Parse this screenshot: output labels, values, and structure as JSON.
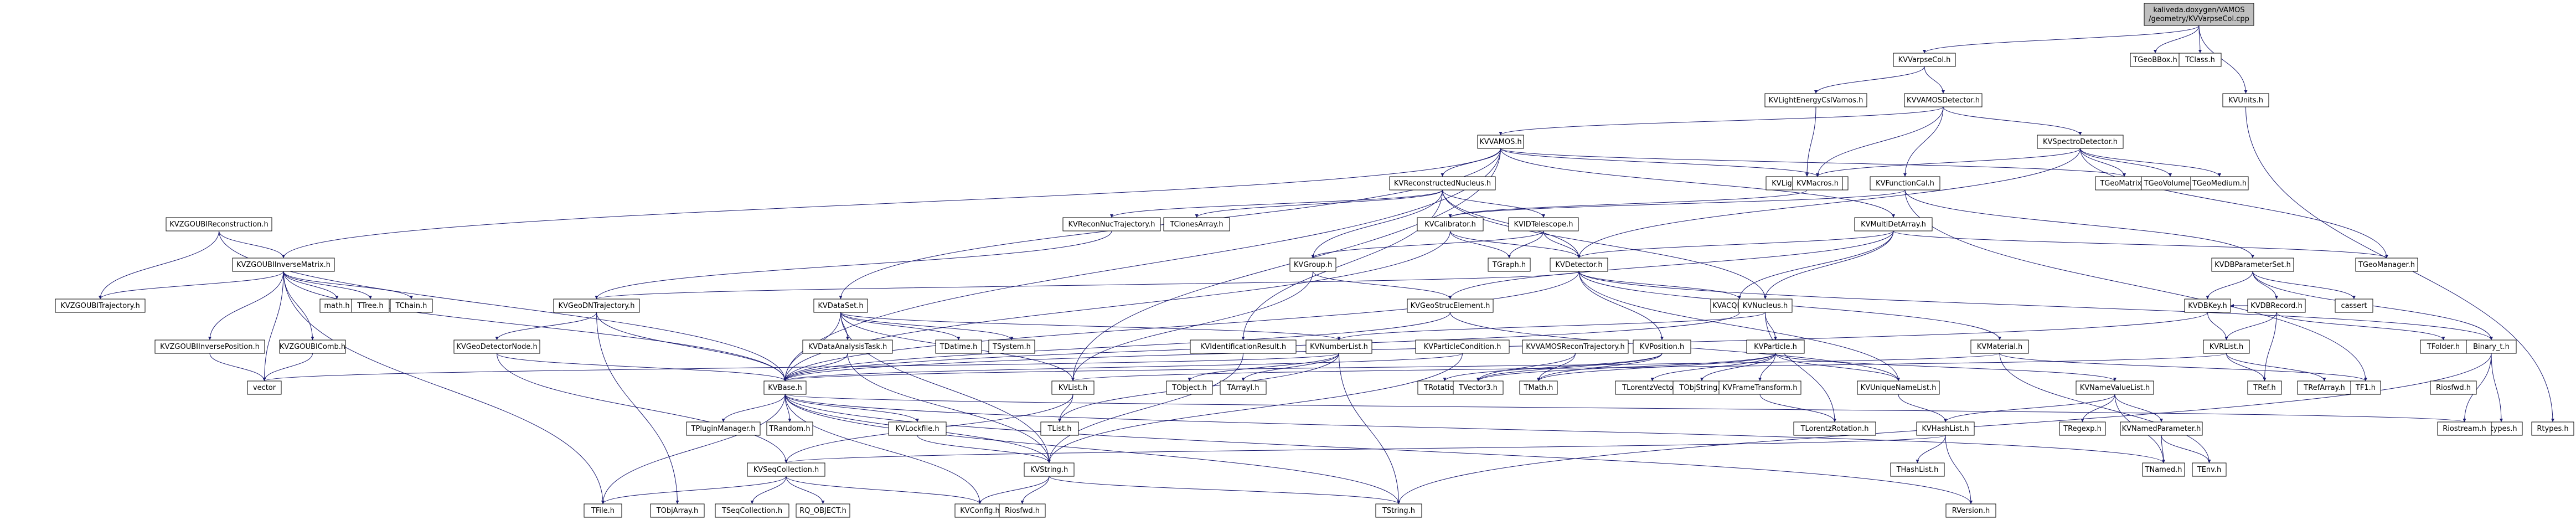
{
  "diagram": {
    "type": "include-dependency-graph",
    "colors": {
      "node_fill": "#ffffff",
      "root_fill": "#bfbfbf",
      "node_border": "#000000",
      "edge": "#191970",
      "text": "#000000"
    },
    "nodes": [
      {
        "id": "root",
        "label": "kaliveda.doxygen/VAMOS",
        "label2": "/geometry/KVVarpseCol.cpp",
        "root": true
      },
      {
        "id": "varpsecol_h",
        "label": "KVVarpseCol.h"
      },
      {
        "id": "tgeobbox",
        "label": "TGeoBBox.h"
      },
      {
        "id": "tclass",
        "label": "TClass.h"
      },
      {
        "id": "kvunits",
        "label": "KVUnits.h"
      },
      {
        "id": "kvlightenergy_vamos",
        "label": "KVLightEnergyCsIVamos.h"
      },
      {
        "id": "kvvamosdetector",
        "label": "KVVAMOSDetector.h"
      },
      {
        "id": "kvspirdetector",
        "label": "KVSpectroDetector.h"
      },
      {
        "id": "kvvamos",
        "label": "KVVAMOS.h"
      },
      {
        "id": "kvlightenergy",
        "label": "KVLightEnergyCsI.h"
      },
      {
        "id": "kvfunctioncal",
        "label": "KVFunctionCal.h"
      },
      {
        "id": "kvmacros",
        "label": "KVMacros.h"
      },
      {
        "id": "tgeomatrix",
        "label": "TGeoMatrix.h"
      },
      {
        "id": "tgeovolume",
        "label": "TGeoVolume.h"
      },
      {
        "id": "tgeomedium",
        "label": "TGeoMedium.h"
      },
      {
        "id": "tgeomanager",
        "label": "TGeoManager.h"
      },
      {
        "id": "kvreconnuc",
        "label": "KVReconstructedNucleus.h"
      },
      {
        "id": "kvzgoubirecon",
        "label": "KVZGOUBIReconstruction.h"
      },
      {
        "id": "kvreconnuctraj",
        "label": "KVReconNucTrajectory.h"
      },
      {
        "id": "tclonesarray",
        "label": "TClonesArray.h"
      },
      {
        "id": "kvcalibrator",
        "label": "KVCalibrator.h"
      },
      {
        "id": "kvmultidetarray",
        "label": "KVMultiDetArray.h"
      },
      {
        "id": "kvidtelescope",
        "label": "KVIDTelescope.h"
      },
      {
        "id": "kvdbparamset",
        "label": "KVDBParameterSet.h"
      },
      {
        "id": "kvzgoubiinverse",
        "label": "KVZGOUBIInverseMatrix.h"
      },
      {
        "id": "kvgroup",
        "label": "KVGroup.h"
      },
      {
        "id": "kvdetector",
        "label": "KVDetector.h"
      },
      {
        "id": "tgraph",
        "label": "TGraph.h"
      },
      {
        "id": "kvzgoubitraj",
        "label": "KVZGOUBITrajectory.h"
      },
      {
        "id": "math",
        "label": "math.h"
      },
      {
        "id": "ttree",
        "label": "TTree.h"
      },
      {
        "id": "tchain",
        "label": "TChain.h"
      },
      {
        "id": "kvgeodntraj",
        "label": "KVGeoDNTrajectory.h"
      },
      {
        "id": "kvdataset",
        "label": "KVDataSet.h"
      },
      {
        "id": "kvgeostrucelement",
        "label": "KVGeoStrucElement.h"
      },
      {
        "id": "kvacqparam",
        "label": "KVACQParam.h"
      },
      {
        "id": "kvnucleus",
        "label": "KVNucleus.h"
      },
      {
        "id": "kvdbkey",
        "label": "KVDBKey.h"
      },
      {
        "id": "kvdbrecord",
        "label": "KVDBRecord.h"
      },
      {
        "id": "cassert",
        "label": "cassert"
      },
      {
        "id": "binary_t",
        "label": "Binary_t.h"
      },
      {
        "id": "tfolder",
        "label": "TFolder.h"
      },
      {
        "id": "kvgeodetnode",
        "label": "KVGeoDetectorNode.h"
      },
      {
        "id": "tdatime",
        "label": "TDatime.h"
      },
      {
        "id": "tsystem",
        "label": "TSystem.h"
      },
      {
        "id": "kvzgoubiinvpos",
        "label": "KVZGOUBIInversePosition.h"
      },
      {
        "id": "kvzgoubicomb",
        "label": "KVZGOUBIComb.h"
      },
      {
        "id": "kvdataanalysistask",
        "label": "KVDataAnalysisTask.h"
      },
      {
        "id": "kvidentresult",
        "label": "KVIdentificationResult.h"
      },
      {
        "id": "kvnumberlist",
        "label": "KVNumberList.h"
      },
      {
        "id": "kvparticlecond",
        "label": "KVParticleCondition.h"
      },
      {
        "id": "kvvamosrecontraj",
        "label": "KVVAMOSReconTrajectory.h"
      },
      {
        "id": "kvposition",
        "label": "KVPosition.h"
      },
      {
        "id": "kvparticle",
        "label": "KVParticle.h"
      },
      {
        "id": "kvmaterial",
        "label": "KVMaterial.h"
      },
      {
        "id": "kvrlist",
        "label": "KVRList.h"
      },
      {
        "id": "tref",
        "label": "TRef.h"
      },
      {
        "id": "trefarray",
        "label": "TRefArray.h"
      },
      {
        "id": "tf1",
        "label": "TF1.h"
      },
      {
        "id": "riosfwd",
        "label": "Riosfwd.h"
      },
      {
        "id": "rtypes",
        "label": "Rtypes.h"
      },
      {
        "id": "rtypes_h",
        "label": "Rtypes.h"
      },
      {
        "id": "vector",
        "label": "vector"
      },
      {
        "id": "kvbase",
        "label": "KVBase.h"
      },
      {
        "id": "kvlist",
        "label": "KVList.h"
      },
      {
        "id": "tobject",
        "label": "TObject.h"
      },
      {
        "id": "tarrayi",
        "label": "TArrayI.h"
      },
      {
        "id": "trotation",
        "label": "TRotation.h"
      },
      {
        "id": "tvector3",
        "label": "TVector3.h"
      },
      {
        "id": "tmath",
        "label": "TMath.h"
      },
      {
        "id": "tlorentzvector",
        "label": "TLorentzVector.h"
      },
      {
        "id": "tobjstring",
        "label": "TObjString.h"
      },
      {
        "id": "kvframetransform",
        "label": "KVFrameTransform.h"
      },
      {
        "id": "tlorentzrotation",
        "label": "TLorentzRotation.h"
      },
      {
        "id": "kvuniquenamelist",
        "label": "KVUniqueNameList.h"
      },
      {
        "id": "kvnamevaluelist",
        "label": "KVNameValueList.h"
      },
      {
        "id": "tregexp",
        "label": "TRegexp.h"
      },
      {
        "id": "kvnamedparameter",
        "label": "KVNamedParameter.h"
      },
      {
        "id": "tnamed",
        "label": "TNamed.h"
      },
      {
        "id": "tenv",
        "label": "TEnv.h"
      },
      {
        "id": "kvhashlist",
        "label": "KVHashList.h"
      },
      {
        "id": "thashlist",
        "label": "THashList.h"
      },
      {
        "id": "rversion",
        "label": "RVersion.h"
      },
      {
        "id": "tpluginmanager",
        "label": "TPluginManager.h"
      },
      {
        "id": "trandom",
        "label": "TRandom.h"
      },
      {
        "id": "kvlockfile",
        "label": "KVLockfile.h"
      },
      {
        "id": "tlist",
        "label": "TList.h"
      },
      {
        "id": "riostream",
        "label": "Riostream.h"
      },
      {
        "id": "kvseqcollection",
        "label": "KVSeqCollection.h"
      },
      {
        "id": "kvstring",
        "label": "KVString.h"
      },
      {
        "id": "tfile",
        "label": "TFile.h"
      },
      {
        "id": "tobjarray",
        "label": "TObjArray.h"
      },
      {
        "id": "tseqcollection",
        "label": "TSeqCollection.h"
      },
      {
        "id": "rq_object",
        "label": "RQ_OBJECT.h"
      },
      {
        "id": "kvconfig",
        "label": "KVConfig.h"
      },
      {
        "id": "tstring",
        "label": "TString.h"
      },
      {
        "id": "riosfwd2",
        "label": "Riosfwd.h"
      }
    ],
    "edges": [
      [
        "root",
        "varpsecol_h"
      ],
      [
        "root",
        "tgeobbox"
      ],
      [
        "root",
        "tclass"
      ],
      [
        "root",
        "kvunits"
      ],
      [
        "varpsecol_h",
        "kvlightenergy_vamos"
      ],
      [
        "varpsecol_h",
        "kvvamosdetector"
      ],
      [
        "kvunits",
        "rtypes"
      ],
      [
        "kvlightenergy_vamos",
        "kvlightenergy"
      ],
      [
        "kvvamosdetector",
        "kvspirdetector"
      ],
      [
        "kvvamosdetector",
        "kvvamos"
      ],
      [
        "kvvamosdetector",
        "kvfunctioncal"
      ],
      [
        "kvvamosdetector",
        "kvmacros"
      ],
      [
        "kvspirdetector",
        "kvmacros"
      ],
      [
        "kvspirdetector",
        "tgeomatrix"
      ],
      [
        "kvspirdetector",
        "tgeovolume"
      ],
      [
        "kvspirdetector",
        "tgeomedium"
      ],
      [
        "kvspirdetector",
        "tgeomanager"
      ],
      [
        "kvspirdetector",
        "kvdetector"
      ],
      [
        "kvvamos",
        "kvreconnuc"
      ],
      [
        "kvvamos",
        "kvzgoubiinverse"
      ],
      [
        "kvvamos",
        "kvmacros"
      ],
      [
        "kvvamos",
        "kvmultidetarray"
      ],
      [
        "kvvamos",
        "kvbase"
      ],
      [
        "kvvamos",
        "kvlist"
      ],
      [
        "kvvamos",
        "kvdataset"
      ],
      [
        "kvvamos",
        "tgeomatrix"
      ],
      [
        "kvlightenergy",
        "kvcalibrator"
      ],
      [
        "kvfunctioncal",
        "kvcalibrator"
      ],
      [
        "kvfunctioncal",
        "kvdbparamset"
      ],
      [
        "kvfunctioncal",
        "tf1"
      ],
      [
        "kvreconnuc",
        "kvreconnuctraj"
      ],
      [
        "kvreconnuc",
        "tclonesarray"
      ],
      [
        "kvreconnuc",
        "kvidtelescope"
      ],
      [
        "kvreconnuc",
        "kvgroup"
      ],
      [
        "kvreconnuc",
        "kvnucleus"
      ],
      [
        "kvreconnuc",
        "kvidentresult"
      ],
      [
        "kvreconnuc",
        "kvdetector"
      ],
      [
        "kvzgoubirecon",
        "kvzgoubiinverse"
      ],
      [
        "kvzgoubirecon",
        "kvzgoubitraj"
      ],
      [
        "kvzgoubirecon",
        "kvbase"
      ],
      [
        "kvreconnuctraj",
        "kvgeodntraj"
      ],
      [
        "kvcalibrator",
        "kvbase"
      ],
      [
        "kvcalibrator",
        "tgraph"
      ],
      [
        "kvcalibrator",
        "kvdetector"
      ],
      [
        "kvmultidetarray",
        "kvgeostrucelement"
      ],
      [
        "kvmultidetarray",
        "kvacqparam"
      ],
      [
        "kvmultidetarray",
        "kvnucleus"
      ],
      [
        "kvmultidetarray",
        "tgeomanager"
      ],
      [
        "kvmultidetarray",
        "kvdetector"
      ],
      [
        "kvidtelescope",
        "kvdetector"
      ],
      [
        "kvidtelescope",
        "tgraph"
      ],
      [
        "kvidtelescope",
        "kvgroup"
      ],
      [
        "kvdbparamset",
        "kvdbrecord"
      ],
      [
        "kvdbparamset",
        "kvdbkey"
      ],
      [
        "kvdbparamset",
        "cassert"
      ],
      [
        "kvdbparamset",
        "binary_t"
      ],
      [
        "kvzgoubiinverse",
        "kvzgoubitraj"
      ],
      [
        "kvzgoubiinverse",
        "math"
      ],
      [
        "kvzgoubiinverse",
        "ttree"
      ],
      [
        "kvzgoubiinverse",
        "tchain"
      ],
      [
        "kvzgoubiinverse",
        "kvzgoubiinvpos"
      ],
      [
        "kvzgoubiinverse",
        "kvzgoubicomb"
      ],
      [
        "kvzgoubiinverse",
        "vector"
      ],
      [
        "kvzgoubiinverse",
        "kvbase"
      ],
      [
        "kvzgoubiinverse",
        "tfile"
      ],
      [
        "kvgroup",
        "kvgeostrucelement"
      ],
      [
        "kvgroup",
        "kvlist"
      ],
      [
        "kvdetector",
        "kvmaterial"
      ],
      [
        "kvdetector",
        "kvposition"
      ],
      [
        "kvdetector",
        "kvacqparam"
      ],
      [
        "kvdetector",
        "kvgeodntraj"
      ],
      [
        "kvdetector",
        "kvuniquenamelist"
      ],
      [
        "kvdetector",
        "binary_t"
      ],
      [
        "kvdetector",
        "kvbase"
      ],
      [
        "kvgeodntraj",
        "kvgeodetnode"
      ],
      [
        "kvgeodntraj",
        "kvbase"
      ],
      [
        "kvgeodntraj",
        "tobjarray"
      ],
      [
        "kvdataset",
        "tdatime"
      ],
      [
        "kvdataset",
        "tsystem"
      ],
      [
        "kvdataset",
        "kvdataanalysistask"
      ],
      [
        "kvdataset",
        "kvnumberlist"
      ],
      [
        "kvdataset",
        "kvlist"
      ],
      [
        "kvdataset",
        "kvbase"
      ],
      [
        "kvdataset",
        "kvstring"
      ],
      [
        "kvgeostrucelement",
        "kvbase"
      ],
      [
        "kvgeostrucelement",
        "kvuniquenamelist"
      ],
      [
        "kvacqparam",
        "kvbase"
      ],
      [
        "kvnucleus",
        "kvparticle"
      ],
      [
        "kvnucleus",
        "kvnumberlist"
      ],
      [
        "kvnucleus",
        "tlorentzrotation"
      ],
      [
        "kvdbkey",
        "kvbase"
      ],
      [
        "kvdbkey",
        "kvrlist"
      ],
      [
        "kvdbrecord",
        "kvrlist"
      ],
      [
        "kvdbrecord",
        "tref"
      ],
      [
        "kvdbrecord",
        "tfolder"
      ],
      [
        "kvdbrecord",
        "kvdbkey"
      ],
      [
        "binary_t",
        "rtypes_h"
      ],
      [
        "binary_t",
        "riostream"
      ],
      [
        "binary_t",
        "tstring"
      ],
      [
        "kvgeodetnode",
        "kvbase"
      ],
      [
        "kvgeodetnode",
        "kvseqcollection"
      ],
      [
        "kvzgoubiinvpos",
        "vector"
      ],
      [
        "kvzgoubicomb",
        "vector"
      ],
      [
        "kvdataanalysistask",
        "kvbase"
      ],
      [
        "kvdataanalysistask",
        "kvstring"
      ],
      [
        "kvidentresult",
        "kvstring"
      ],
      [
        "kvnumberlist",
        "vector"
      ],
      [
        "kvnumberlist",
        "tarrayi"
      ],
      [
        "kvnumberlist",
        "tobject"
      ],
      [
        "kvnumberlist",
        "tstring"
      ],
      [
        "kvnumberlist",
        "tlist"
      ],
      [
        "kvparticlecond",
        "kvbase"
      ],
      [
        "kvparticlecond",
        "kvstring"
      ],
      [
        "kvvamosrecontraj",
        "tvector3"
      ],
      [
        "kvvamosrecontraj",
        "tmath"
      ],
      [
        "kvposition",
        "trotation"
      ],
      [
        "kvposition",
        "tvector3"
      ],
      [
        "kvposition",
        "tmath"
      ],
      [
        "kvparticle",
        "tvector3"
      ],
      [
        "kvparticle",
        "tlorentzvector"
      ],
      [
        "kvparticle",
        "tobjstring"
      ],
      [
        "kvparticle",
        "kvframetransform"
      ],
      [
        "kvparticle",
        "kvnamevaluelist"
      ],
      [
        "kvparticle",
        "kvuniquenamelist"
      ],
      [
        "kvparticle",
        "tmath"
      ],
      [
        "kvmaterial",
        "kvbase"
      ],
      [
        "kvmaterial",
        "tf1"
      ],
      [
        "kvmaterial",
        "tenv"
      ],
      [
        "kvrlist",
        "trefarray"
      ],
      [
        "kvrlist",
        "tref"
      ],
      [
        "kvrlist",
        "kvlist"
      ],
      [
        "kvbase",
        "tpluginmanager"
      ],
      [
        "kvbase",
        "trandom"
      ],
      [
        "kvbase",
        "kvlockfile"
      ],
      [
        "kvbase",
        "kvstring"
      ],
      [
        "kvbase",
        "tfile"
      ],
      [
        "kvbase",
        "kvconfig"
      ],
      [
        "kvbase",
        "rversion"
      ],
      [
        "kvbase",
        "tnamed"
      ],
      [
        "kvbase",
        "tstring"
      ],
      [
        "kvbase",
        "riostream"
      ],
      [
        "kvlist",
        "kvseqcollection"
      ],
      [
        "kvlist",
        "tlist"
      ],
      [
        "kvframetransform",
        "tlorentzrotation"
      ],
      [
        "kvuniquenamelist",
        "kvhashlist"
      ],
      [
        "kvnamevaluelist",
        "tregexp"
      ],
      [
        "kvnamevaluelist",
        "kvnamedparameter"
      ],
      [
        "kvnamevaluelist",
        "kvhashlist"
      ],
      [
        "kvnamevaluelist",
        "tnamed"
      ],
      [
        "kvnamedparameter",
        "tnamed"
      ],
      [
        "kvnamedparameter",
        "tenv"
      ],
      [
        "kvhashlist",
        "kvseqcollection"
      ],
      [
        "kvhashlist",
        "thashlist"
      ],
      [
        "kvhashlist",
        "rversion"
      ],
      [
        "kvlockfile",
        "kvstring"
      ],
      [
        "kvseqcollection",
        "tseqcollection"
      ],
      [
        "kvseqcollection",
        "rq_object"
      ],
      [
        "kvseqcollection",
        "kvconfig"
      ],
      [
        "kvseqcollection",
        "tfile"
      ],
      [
        "kvstring",
        "tstring"
      ],
      [
        "kvstring",
        "kvconfig"
      ],
      [
        "kvstring",
        "riosfwd2"
      ],
      [
        "riostream",
        "rtypes_h"
      ]
    ]
  }
}
